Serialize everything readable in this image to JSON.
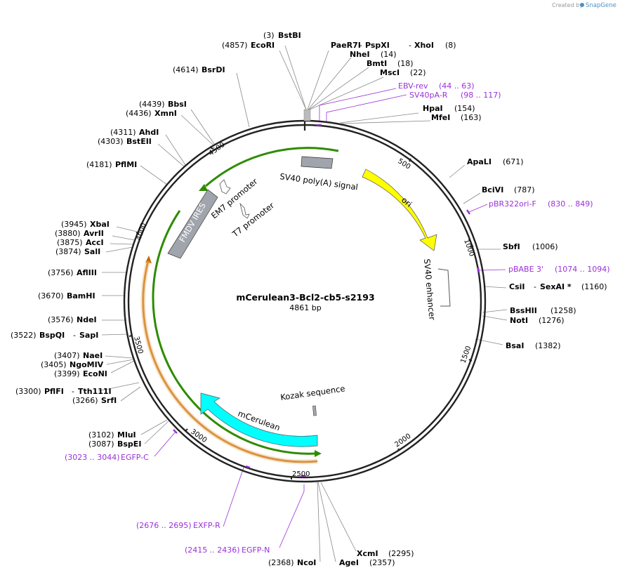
{
  "credit": {
    "prefix": "Created by",
    "brand": "SnapGene"
  },
  "plasmid": {
    "name": "mCerulean3-Bcl2-cb5-s2193",
    "size": "4861 bp"
  },
  "ticks": [
    "500",
    "1000",
    "1500",
    "2000",
    "2500",
    "3000",
    "3500",
    "4000",
    "4500"
  ],
  "features": {
    "sv40polya": "SV40 poly(A) signal",
    "ori": "ori",
    "sv40enh": "SV40 enhancer",
    "em7": "EM7 promoter",
    "t7": "T7 promoter",
    "fmdv": "FMDV IRES",
    "kozak": "Kozak sequence",
    "mcerulean": "mCerulean"
  },
  "enzymes": {
    "bstbi": {
      "pos": "(3)",
      "name": "BstBI"
    },
    "ecori": {
      "pos": "(4857)",
      "name": "EcoRI"
    },
    "paer7i": {
      "name": "PaeR7I",
      "name2": "PspXI",
      "name3": "XhoI",
      "pos": "(8)"
    },
    "nhei": {
      "name": "NheI",
      "pos": "(14)"
    },
    "bmti": {
      "name": "BmtI",
      "pos": "(18)"
    },
    "msci": {
      "name": "MscI",
      "pos": "(22)"
    },
    "hpai": {
      "name": "HpaI",
      "pos": "(154)"
    },
    "mfei": {
      "name": "MfeI",
      "pos": "(163)"
    },
    "apali": {
      "name": "ApaLI",
      "pos": "(671)"
    },
    "bcivi": {
      "name": "BciVI",
      "pos": "(787)"
    },
    "sbfi": {
      "name": "SbfI",
      "pos": "(1006)"
    },
    "csii": {
      "name": "CsiI",
      "name2": "SexAI *",
      "pos": "(1160)"
    },
    "bsshii": {
      "name": "BssHII",
      "pos": "(1258)"
    },
    "noti": {
      "name": "NotI",
      "pos": "(1276)"
    },
    "bsai": {
      "name": "BsaI",
      "pos": "(1382)"
    },
    "xcmi": {
      "name": "XcmI",
      "pos": "(2295)"
    },
    "agei": {
      "name": "AgeI",
      "pos": "(2357)"
    },
    "ncoi": {
      "name": "NcoI",
      "pos": "(2368)"
    },
    "bsrdi": {
      "pos": "(4614)",
      "name": "BsrDI"
    },
    "bbsi": {
      "pos": "(4439)",
      "name": "BbsI"
    },
    "xmni": {
      "pos": "(4436)",
      "name": "XmnI"
    },
    "ahdi": {
      "pos": "(4311)",
      "name": "AhdI"
    },
    "bsteii": {
      "pos": "(4303)",
      "name": "BstEII"
    },
    "pflmi": {
      "pos": "(4181)",
      "name": "PflMI"
    },
    "xbai": {
      "pos": "(3945)",
      "name": "XbaI"
    },
    "avrii": {
      "pos": "(3880)",
      "name": "AvrII"
    },
    "acci": {
      "pos": "(3875)",
      "name": "AccI"
    },
    "sali": {
      "pos": "(3874)",
      "name": "SalI"
    },
    "aflii": {
      "pos": "(3756)",
      "name": "AflIII"
    },
    "bamhi": {
      "pos": "(3670)",
      "name": "BamHI"
    },
    "ndei": {
      "pos": "(3576)",
      "name": "NdeI"
    },
    "bspqi": {
      "pos": "(3522)",
      "name": "BspQI",
      "name2": "SapI"
    },
    "naei": {
      "pos": "(3407)",
      "name": "NaeI"
    },
    "ngomiv": {
      "pos": "(3405)",
      "name": "NgoMIV"
    },
    "econi": {
      "pos": "(3399)",
      "name": "EcoNI"
    },
    "pflfi": {
      "pos": "(3300)",
      "name": "PflFI",
      "name2": "Tth111I"
    },
    "srfi": {
      "pos": "(3266)",
      "name": "SrfI"
    },
    "mlui": {
      "pos": "(3102)",
      "name": "MluI"
    },
    "bspei": {
      "pos": "(3087)",
      "name": "BspEI"
    }
  },
  "primers": {
    "ebvrev": {
      "name": "EBV-rev",
      "range": "(44 .. 63)"
    },
    "sv40par": {
      "name": "SV40pA-R",
      "range": "(98 .. 117)"
    },
    "pbr322": {
      "name": "pBR322ori-F",
      "range": "(830 .. 849)"
    },
    "pbabe": {
      "name": "pBABE 3'",
      "range": "(1074 .. 1094)"
    },
    "egfpc": {
      "range": "(3023 .. 3044)",
      "name": "EGFP-C"
    },
    "exfpr": {
      "range": "(2676 .. 2695)",
      "name": "EXFP-R"
    },
    "egfpn": {
      "range": "(2415 .. 2436)",
      "name": "EGFP-N"
    }
  },
  "colors": {
    "backbone": "#222222",
    "ori": "#ffff00",
    "mcerulean": "#00ffff",
    "green": "#2e8b00",
    "orange": "#e07a00",
    "gray": "#a0a4ac",
    "primer": "#9b30d9"
  }
}
